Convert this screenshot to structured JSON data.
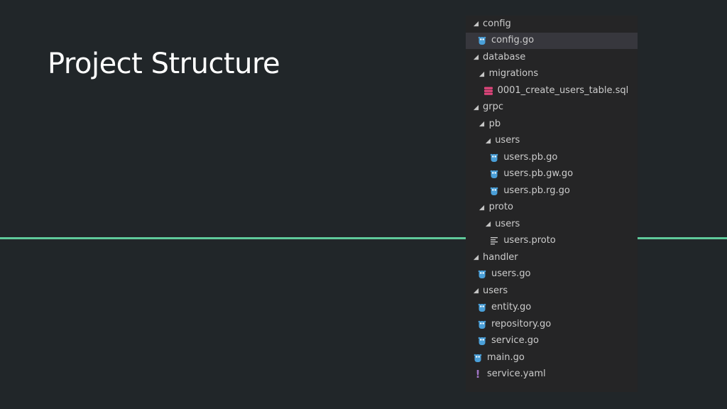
{
  "slide": {
    "title": "Project Structure",
    "accent_color": "#5fc99a",
    "background_color": "#212629"
  },
  "explorer": {
    "background_color": "#252526",
    "selected_background": "#37373d",
    "items": [
      {
        "label": "config",
        "type": "folder",
        "depth": 0,
        "expanded": true
      },
      {
        "label": "config.go",
        "type": "file",
        "icon": "go-gopher-icon",
        "depth": 1,
        "selected": true
      },
      {
        "label": "database",
        "type": "folder",
        "depth": 0,
        "expanded": true
      },
      {
        "label": "migrations",
        "type": "folder",
        "depth": 1,
        "expanded": true
      },
      {
        "label": "0001_create_users_table.sql",
        "type": "file",
        "icon": "database-icon",
        "depth": 2
      },
      {
        "label": "grpc",
        "type": "folder",
        "depth": 0,
        "expanded": true
      },
      {
        "label": "pb",
        "type": "folder",
        "depth": 1,
        "expanded": true
      },
      {
        "label": "users",
        "type": "folder",
        "depth": 2,
        "expanded": true
      },
      {
        "label": "users.pb.go",
        "type": "file",
        "icon": "go-gopher-icon",
        "depth": 3
      },
      {
        "label": "users.pb.gw.go",
        "type": "file",
        "icon": "go-gopher-icon",
        "depth": 3
      },
      {
        "label": "users.pb.rg.go",
        "type": "file",
        "icon": "go-gopher-icon",
        "depth": 3
      },
      {
        "label": "proto",
        "type": "folder",
        "depth": 1,
        "expanded": true
      },
      {
        "label": "users",
        "type": "folder",
        "depth": 2,
        "expanded": true
      },
      {
        "label": "users.proto",
        "type": "file",
        "icon": "text-lines-icon",
        "depth": 3
      },
      {
        "label": "handler",
        "type": "folder",
        "depth": 0,
        "expanded": true
      },
      {
        "label": "users.go",
        "type": "file",
        "icon": "go-gopher-icon",
        "depth": 1
      },
      {
        "label": "users",
        "type": "folder",
        "depth": 0,
        "expanded": true
      },
      {
        "label": "entity.go",
        "type": "file",
        "icon": "go-gopher-icon",
        "depth": 1
      },
      {
        "label": "repository.go",
        "type": "file",
        "icon": "go-gopher-icon",
        "depth": 1
      },
      {
        "label": "service.go",
        "type": "file",
        "icon": "go-gopher-icon",
        "depth": 1
      },
      {
        "label": "main.go",
        "type": "file",
        "icon": "go-gopher-icon",
        "depth": 0
      },
      {
        "label": "service.yaml",
        "type": "file",
        "icon": "yaml-exclamation-icon",
        "depth": 0
      }
    ]
  }
}
